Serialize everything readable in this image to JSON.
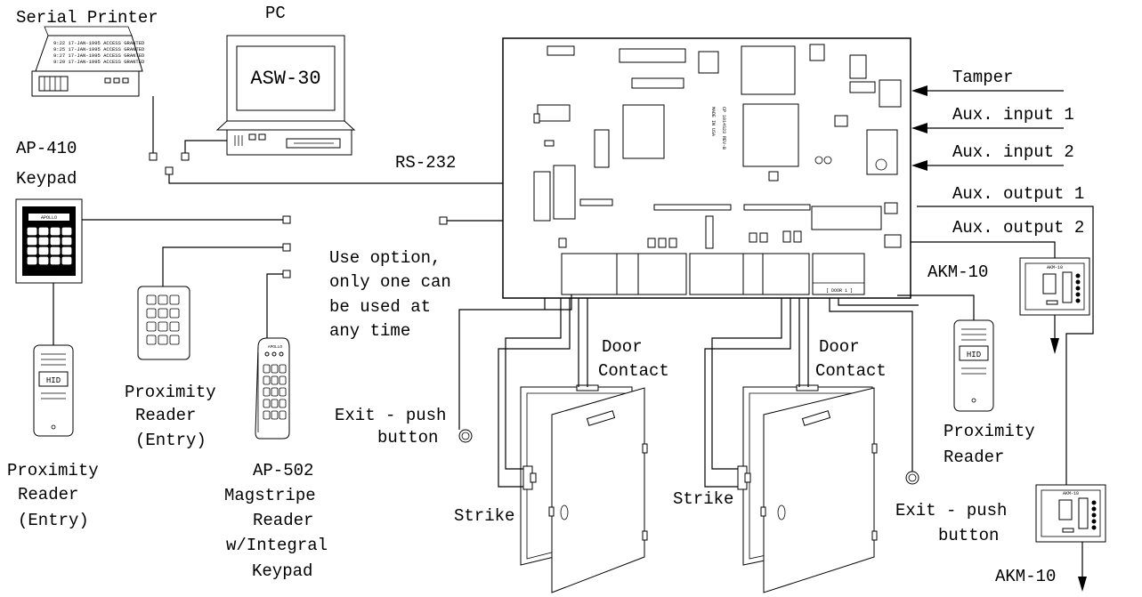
{
  "labels": {
    "serial_printer": "Serial Printer",
    "pc": "PC",
    "software": "ASW-30",
    "rs232": "RS-232",
    "keypad_line1": "AP-410",
    "keypad_line2": "Keypad",
    "option_lines": [
      "Use option,",
      "only one can",
      "be used at",
      "any time"
    ],
    "prox_entry_a": [
      "Proximity",
      "Reader",
      "(Entry)"
    ],
    "prox_entry_b": [
      "Proximity",
      "Reader",
      "(Entry)"
    ],
    "magstripe": [
      "AP-502",
      "Magstripe",
      "Reader",
      "w/Integral",
      "Keypad"
    ],
    "door_contact_a": [
      "Door",
      "Contact"
    ],
    "door_contact_b": [
      "Door",
      "Contact"
    ],
    "exit_a": [
      "Exit - push",
      "button"
    ],
    "exit_b": [
      "Exit - push",
      "button"
    ],
    "strike_a": "Strike",
    "strike_b": "Strike",
    "tamper": "Tamper",
    "aux_in_1": "Aux. input 1",
    "aux_in_2": "Aux. input 2",
    "aux_out_1": "Aux. output 1",
    "aux_out_2": "Aux. output 2",
    "akm_top": "AKM-10",
    "akm_bottom": "AKM-10",
    "prox_right": [
      "Proximity",
      "Reader"
    ]
  },
  "board": {
    "model": "CP 1014S23 REV-B",
    "made_in": "MADE IN USA",
    "door1": "[ DOOR 1 ]"
  },
  "printer_log": [
    "9:22 17-JAN-1995 ACCESS GRANTED",
    "9:25 17-JAN-1995 ACCESS GRANTED",
    "9:27 17-JAN-1995 ACCESS GRANTED",
    "9:29 17-JAN-1995 ACCESS GRANTED"
  ],
  "device_text": {
    "hid": "HID",
    "apollo": "APOLLO",
    "akm_module": "AKM-10"
  }
}
